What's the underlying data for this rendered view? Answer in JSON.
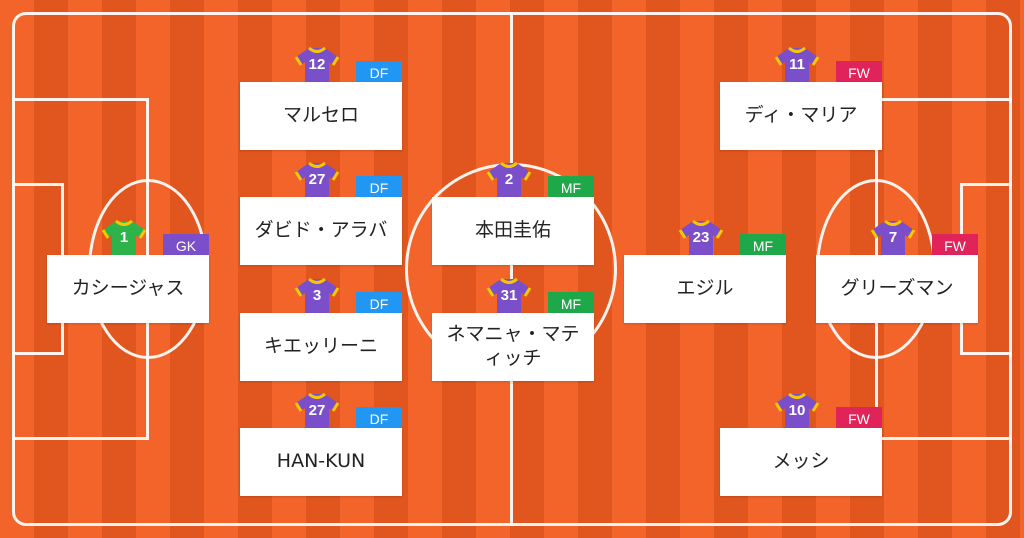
{
  "colors": {
    "pitch_light": "#f2642a",
    "pitch_dark": "#e0561e",
    "jersey_field": "#7b4fc9",
    "jersey_gk": "#2db34a",
    "df": "#2196f3",
    "mf": "#1fa84a",
    "fw": "#e0245a",
    "gk": "#7b4fc9"
  },
  "players": [
    {
      "number": "1",
      "position": "GK",
      "name": "カシージャス",
      "icon": "goalkeeper-jersey-icon"
    },
    {
      "number": "12",
      "position": "DF",
      "name": "マルセロ",
      "icon": "jersey-icon"
    },
    {
      "number": "27",
      "position": "DF",
      "name": "ダビド・アラバ",
      "icon": "jersey-icon"
    },
    {
      "number": "3",
      "position": "DF",
      "name": "キエッリーニ",
      "icon": "jersey-icon"
    },
    {
      "number": "27",
      "position": "DF",
      "name": "HAN-KUN",
      "icon": "jersey-icon"
    },
    {
      "number": "2",
      "position": "MF",
      "name": "本田圭佑",
      "icon": "jersey-icon"
    },
    {
      "number": "31",
      "position": "MF",
      "name_line1": "ネマニャ・マテ",
      "name_line2": "ィッチ",
      "icon": "jersey-icon"
    },
    {
      "number": "23",
      "position": "MF",
      "name": "エジル",
      "icon": "jersey-icon"
    },
    {
      "number": "11",
      "position": "FW",
      "name": "ディ・マリア",
      "icon": "jersey-icon"
    },
    {
      "number": "7",
      "position": "FW",
      "name": "グリーズマン",
      "icon": "jersey-icon"
    },
    {
      "number": "10",
      "position": "FW",
      "name": "メッシ",
      "icon": "jersey-icon"
    }
  ]
}
